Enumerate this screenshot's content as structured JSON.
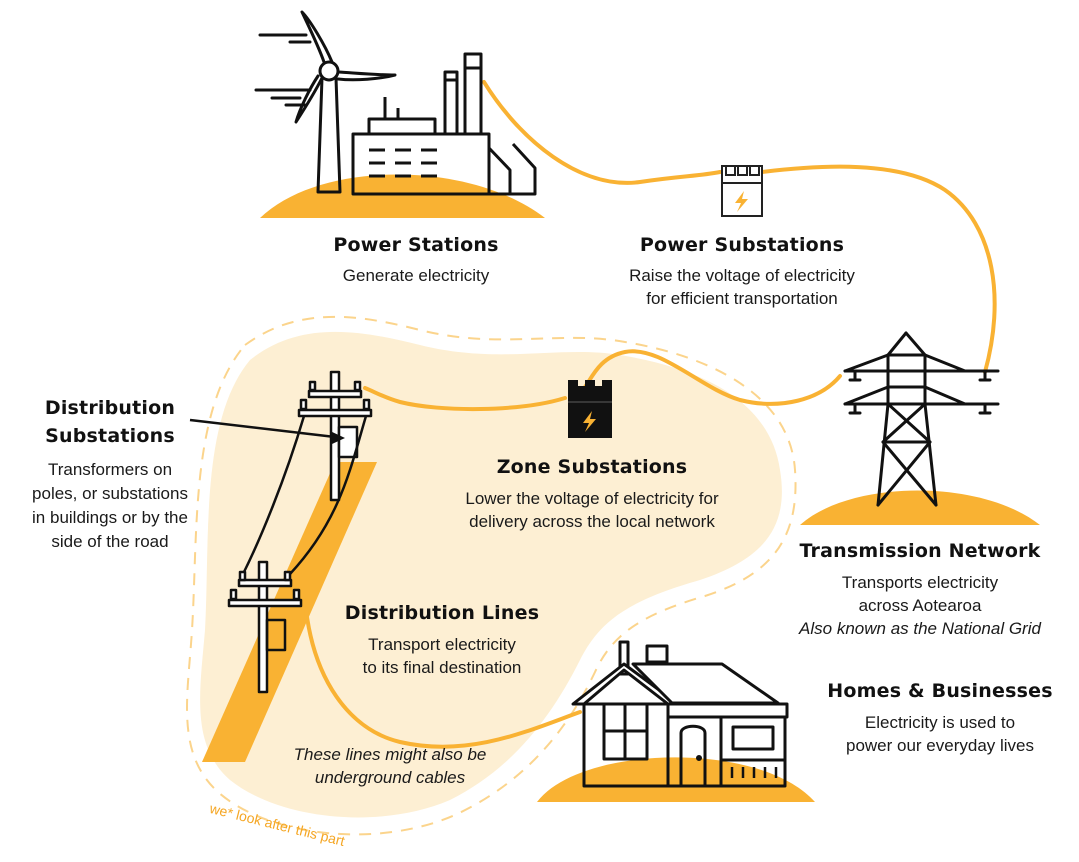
{
  "colors": {
    "accent": "#f9b233",
    "accent_dark": "#f5a623",
    "highlight_region": "#fdefd3",
    "ink": "#111111",
    "background": "#ffffff"
  },
  "stages": {
    "power_stations": {
      "title": "Power Stations",
      "description": [
        "Generate electricity"
      ],
      "icon": "wind-turbine-and-factory-icon"
    },
    "power_substations": {
      "title": "Power Substations",
      "description": [
        "Raise the voltage of electricity",
        "for efficient transportation"
      ],
      "icon": "substation-outline-icon"
    },
    "transmission_network": {
      "title": "Transmission Network",
      "description": [
        "Transports electricity",
        "across Aotearoa"
      ],
      "note": "Also known as the National Grid",
      "icon": "transmission-tower-icon"
    },
    "zone_substations": {
      "title": "Zone Substations",
      "description": [
        "Lower the voltage of electricity for",
        "delivery across the local network"
      ],
      "icon": "substation-filled-icon"
    },
    "distribution_substations": {
      "title": [
        "Distribution",
        "Substations"
      ],
      "description": [
        "Transformers on",
        "poles, or substations",
        "in buildings or by the",
        "side of the road"
      ],
      "icon": "pole-transformer-icon"
    },
    "distribution_lines": {
      "title": "Distribution Lines",
      "description": [
        "Transport electricity",
        "to its final destination"
      ],
      "note": [
        "These lines might also be",
        "underground cables"
      ],
      "icon": "power-poles-icon"
    },
    "homes_businesses": {
      "title": "Homes & Businesses",
      "description": [
        "Electricity is used to",
        "power our everyday lives"
      ],
      "icon": "house-icon"
    }
  },
  "region_note": "we* look after this part"
}
